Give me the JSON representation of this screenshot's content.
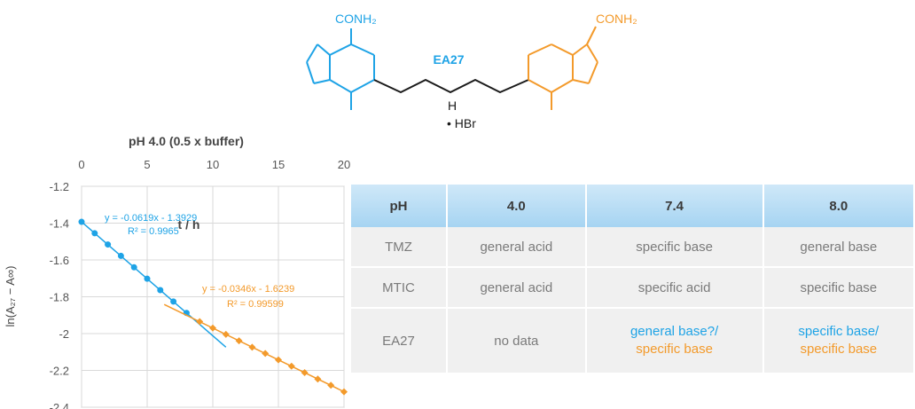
{
  "molecule": {
    "left_group": "CONH₂",
    "right_group": "CONH₂",
    "compound_label": "EA27",
    "amine_h": "H",
    "salt": "• HBr",
    "colors": {
      "left": "#1ea3e6",
      "right": "#f39a2b",
      "core": "#1a1a1a"
    }
  },
  "chart_data": {
    "type": "scatter",
    "title": "pH 4.0 (0.5 x buffer)",
    "xlabel": "t / h",
    "ylabel": "ln(A₂₇ − A∞)",
    "xlim": [
      0,
      20
    ],
    "ylim": [
      -2.4,
      -1.2
    ],
    "x_ticks": [
      0,
      5,
      10,
      15,
      20
    ],
    "y_ticks": [
      -1.2,
      -1.4,
      -1.6,
      -1.8,
      -2,
      -2.2,
      -2.4
    ],
    "grid": true,
    "series": [
      {
        "color": "#1ea3e6",
        "x": [
          0,
          1,
          2,
          3,
          4,
          5,
          6,
          7,
          8
        ],
        "y": [
          -1.393,
          -1.455,
          -1.516,
          -1.578,
          -1.64,
          -1.702,
          -1.764,
          -1.826,
          -1.888
        ],
        "trend": {
          "slope": -0.0619,
          "intercept": -1.3929,
          "x_range": [
            0,
            11
          ]
        },
        "equation": "y = -0.0619x - 1.3929",
        "r2": "R² = 0.9965"
      },
      {
        "color": "#f39a2b",
        "x": [
          9,
          10,
          11,
          12,
          13,
          14,
          15,
          16,
          17,
          18,
          19,
          20
        ],
        "y": [
          -1.935,
          -1.97,
          -2.004,
          -2.039,
          -2.074,
          -2.108,
          -2.143,
          -2.177,
          -2.212,
          -2.247,
          -2.281,
          -2.316
        ],
        "trend": {
          "slope": -0.0346,
          "intercept": -1.6239,
          "x_range": [
            6.3,
            20
          ]
        },
        "equation": "y = -0.0346x - 1.6239",
        "r2": "R² = 0.99599"
      }
    ]
  },
  "table": {
    "headers": [
      "pH",
      "4.0",
      "7.4",
      "8.0"
    ],
    "rows": [
      [
        "TMZ",
        "general acid",
        "specific base",
        "general base"
      ],
      [
        "MTIC",
        "general acid",
        "specific acid",
        "specific base"
      ]
    ],
    "ea27": {
      "label": "EA27",
      "ph4": "no data",
      "ph74_blue": "general base?/",
      "ph74_orange": "specific base",
      "ph80_blue": "specific base/",
      "ph80_orange": "specific base"
    }
  }
}
